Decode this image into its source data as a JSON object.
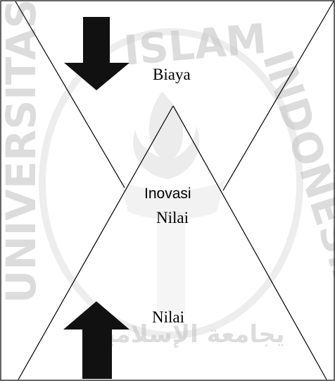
{
  "diagram": {
    "labels": {
      "cost": "Biaya",
      "value_innovation_line1": "Inovasi",
      "value_innovation_line2": "Nilai",
      "value": "Nilai"
    },
    "arrows": {
      "cost_direction": "down",
      "value_direction": "up"
    },
    "colors": {
      "lines": "#000000",
      "arrows": "#111111",
      "watermark": "#b3b3b3"
    },
    "watermark": {
      "text_top": "ISLAM",
      "text_left": "UNIVERSITAS",
      "text_right": "INDONESIA",
      "text_bottom": "يجامعة الإسلامية"
    }
  }
}
